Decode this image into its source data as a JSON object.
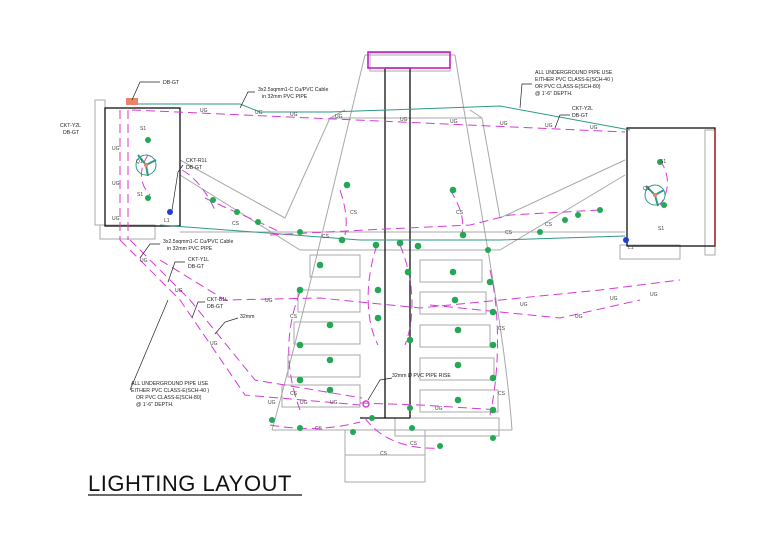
{
  "title": "LIGHTING LAYOUT",
  "labels": {
    "db_gt_top": "DB-GT",
    "cable_top_1": "3x2.5sqmm1-C Cu/PVC Cable",
    "cable_top_2": "in 32mm PVC PIPE",
    "note_top_1": "ALL UNDERGROUND PIPE USE",
    "note_top_2": "EITHER PVC CLASS-E(SCH-40 )",
    "note_top_3": "OR PVC CLASS-E(SCH-80)",
    "note_top_4": "@ 1'-6\" DEPTH.",
    "ckt_y2l_1": "CKT-Y2L",
    "ckt_y2l_2": "DB-GT",
    "ckt_y2l_right_1": "CKT-Y2L",
    "ckt_y2l_right_2": "DB-GT",
    "ckt_r1l_1": "CKT-R1L",
    "ckt_r1l_2": "DB-GT",
    "cable_mid_1": "3x2.5sqmm1-C Cu/PVC Cable",
    "cable_mid_2": "in 32mm PVC PIPE",
    "ckt_y1l_1": "CKT-Y1L",
    "ckt_y1l_2": "DB-GT",
    "ckt_b1l_1": "CKT-B1L",
    "ckt_b1l_2": "DB-GT",
    "pipe_32": "32mm",
    "note_bot_1": "ALL UNDERGROUND PIPE USE",
    "note_bot_2": "EITHER PVC CLASS-E(SCH-40 )",
    "note_bot_3": "OR PVC CLASS-E(SCH-80)",
    "note_bot_4": "@ 1'-6\" DEPTH.",
    "pipe_rise": "32mm Ø PVC PIPE RISE",
    "ug": "UG",
    "cs": "CS",
    "s1": "S1",
    "q1": "Q1",
    "l1": "L1"
  },
  "colors": {
    "conduit": "#d63ad6",
    "fixture": "#23a855",
    "outline": "#a8a8a8",
    "cable": "#2e9a86",
    "db": "#e9856a",
    "switch": "#1f3fd6"
  }
}
